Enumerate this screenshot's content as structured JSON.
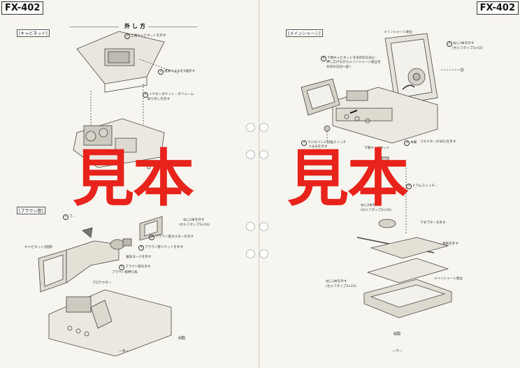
{
  "left": {
    "model": "FX-402",
    "title": "外し方",
    "sections": {
      "cabinet": "[キャビネット]",
      "braun": "[ブラウン管]"
    },
    "callouts": [
      {
        "n": "1",
        "text": "上側キャビネットを外す"
      },
      {
        "n": "3",
        "text": "選局つまみを2個外す"
      },
      {
        "n": "4",
        "text": "イヤホンポケット・ボリューム"
      },
      {
        "n": "",
        "text": "取り外しを外す"
      },
      {
        "n": "",
        "text": "ねじ2本を外す"
      },
      {
        "n": "",
        "text": "(セルフタップ3×10)"
      },
      {
        "n": "1",
        "text": "ブ..."
      },
      {
        "n": "2",
        "text": "ブラウン管ホルダーを外す"
      },
      {
        "n": "3",
        "text": "ブラウン管ソケットを外す"
      },
      {
        "n": "",
        "text": "偏向ヨークを外す"
      },
      {
        "n": "5",
        "text": "ブラウン管を外す"
      },
      {
        "n": "",
        "text": "キャビネット(前部)"
      },
      {
        "n": "",
        "text": "ブラウン管押え枠"
      },
      {
        "n": "",
        "text": "プロテクター"
      }
    ],
    "fig": "6図",
    "page": "—6—"
  },
  "right": {
    "model": "FX-402",
    "sections": {
      "chassis": "[メインシャーシ]"
    },
    "callouts": [
      {
        "n": "",
        "text": "メインシャーシ組立"
      },
      {
        "n": "2",
        "text": "ねじ3本を外す"
      },
      {
        "n": "",
        "text": "(セルフタップ3×10)"
      },
      {
        "n": "4",
        "text": "下側キャビネットを矢印の方向に"
      },
      {
        "n": "",
        "text": "押し広げながらメインシャーシ組立を"
      },
      {
        "n": "",
        "text": "矢印の方向へ抜く"
      },
      {
        "n": "1",
        "text": "ラジオバンド切換スイッチ"
      },
      {
        "n": "",
        "text": "つまみを外す"
      },
      {
        "n": "",
        "text": "下側キャビネット"
      },
      {
        "n": "3",
        "text": "本機"
      },
      {
        "n": "",
        "text": "コネクター(P301)を外す"
      },
      {
        "n": "1",
        "text": "ドラムスイッチ..."
      },
      {
        "n": "",
        "text": "ねじ2本を外す"
      },
      {
        "n": "",
        "text": "(セルフタップ3×10)"
      },
      {
        "n": "",
        "text": "アダプターを外す"
      },
      {
        "n": "",
        "text": "基板を外す"
      },
      {
        "n": "",
        "text": "ねじ2本を外す"
      },
      {
        "n": "",
        "text": "(セルフタップ3×10)"
      },
      {
        "n": "",
        "text": "メインシャーシ組立"
      }
    ],
    "fig": "8図",
    "page": "—7—"
  },
  "watermark": [
    "見本",
    "見本"
  ]
}
